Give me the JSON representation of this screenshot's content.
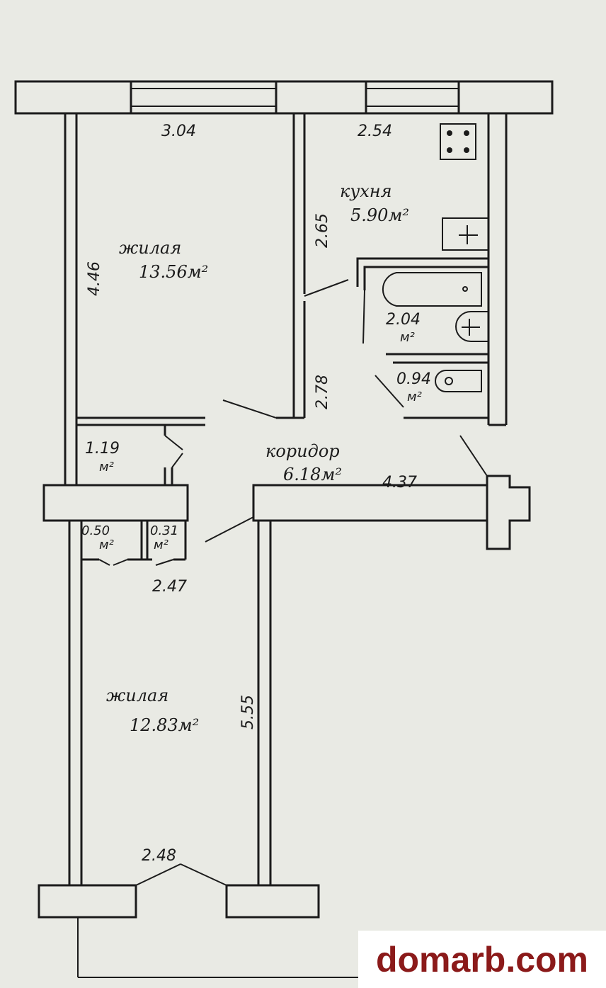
{
  "rooms": {
    "living1": {
      "name": "жилая",
      "area": "13.56м²"
    },
    "kitchen": {
      "name": "кухня",
      "area": "5.90м²"
    },
    "bathroom": {
      "area": "2.04",
      "unit": "м²"
    },
    "toilet": {
      "area": "0.94",
      "unit": "м²"
    },
    "corridor": {
      "name": "коридор",
      "area": "6.18м²"
    },
    "storage1": {
      "area": "1.19",
      "unit": "м²"
    },
    "storage2": {
      "area": "0.50",
      "unit": "м²"
    },
    "storage3": {
      "area": "0.31",
      "unit": "м²"
    },
    "living2": {
      "name": "жилая",
      "area": "12.83м²"
    }
  },
  "dimensions": {
    "living1_width": "3.04",
    "kitchen_width": "2.54",
    "living1_length": "4.46",
    "kitchen_length": "2.65",
    "corridor_side": "2.78",
    "corridor_length": "4.37",
    "hall_width": "2.47",
    "living2_length": "5.55",
    "living2_width": "2.48"
  },
  "watermark": "domarb.com",
  "colors": {
    "paper": "#e9eae4",
    "ink": "#1b1b1b",
    "brand": "#8b1a1a"
  }
}
